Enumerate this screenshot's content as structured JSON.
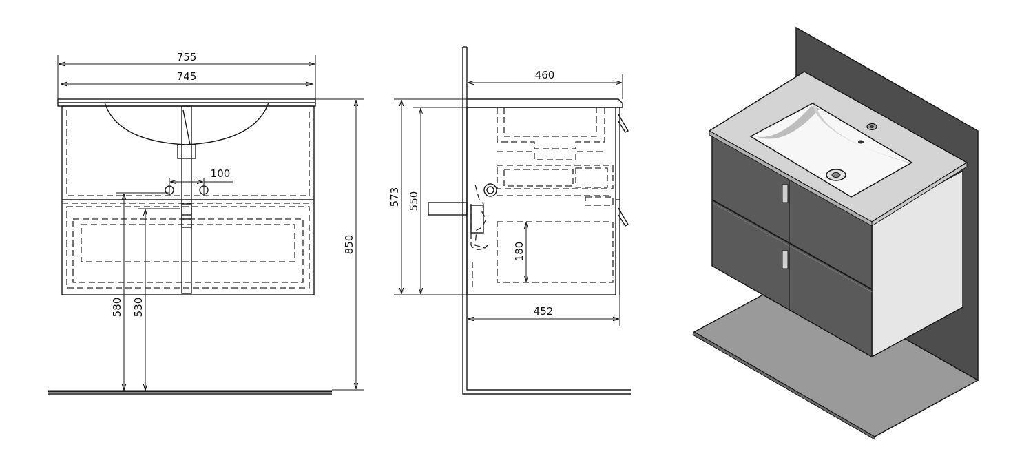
{
  "dimensions": {
    "front": {
      "overall_width": "755",
      "basin_width": "745",
      "tap_spacing": "100",
      "height_580": "580",
      "height_530": "530",
      "total_height": "850"
    },
    "side": {
      "depth_top": "460",
      "depth_bottom": "452",
      "height_573": "573",
      "height_550": "550",
      "height_180": "180"
    }
  },
  "colors": {
    "line": "#1a1a1a",
    "wall": "#4d4d4d",
    "floor": "#9a9a9a",
    "cabinet_front": "#5a5a5a",
    "cabinet_side": "#e6e6e6",
    "countertop": "#d4d4d4",
    "basin": "#f7f7f7"
  }
}
